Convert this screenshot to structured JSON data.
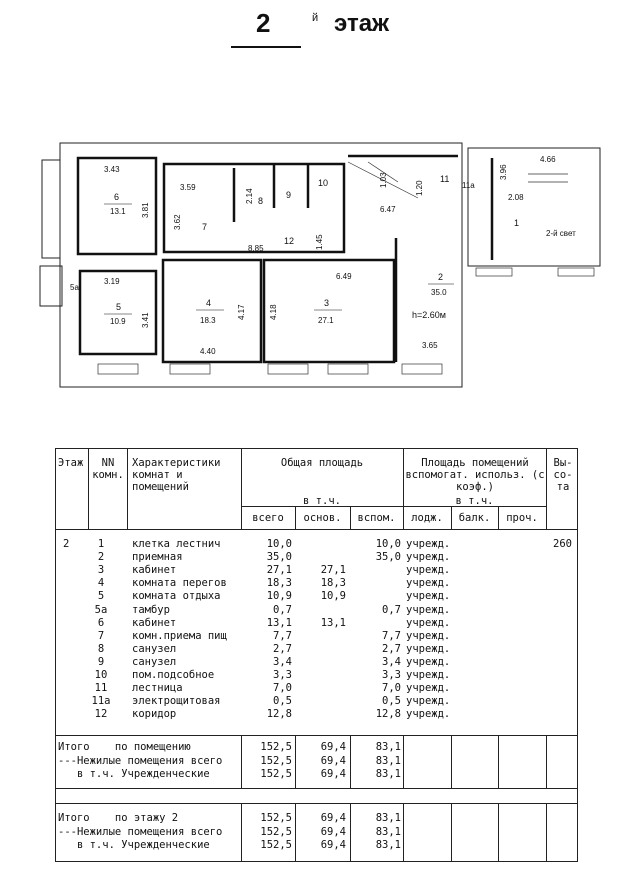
{
  "header": {
    "floor_number": "2",
    "suffix": "й",
    "floor_word": "этаж"
  },
  "plan": {
    "rooms": [
      {
        "id": "6",
        "area": "13.1"
      },
      {
        "id": "5",
        "area": "10.9"
      },
      {
        "id": "4",
        "area": "18.3"
      },
      {
        "id": "3",
        "area": "27.1"
      },
      {
        "id": "2",
        "area": "35.0"
      },
      {
        "id": "1",
        "area": ""
      },
      {
        "id": "7",
        "area": ""
      },
      {
        "id": "8",
        "area": ""
      },
      {
        "id": "9",
        "area": ""
      },
      {
        "id": "10",
        "area": ""
      },
      {
        "id": "11",
        "area": ""
      },
      {
        "id": "11a",
        "area": ""
      },
      {
        "id": "12",
        "area": ""
      },
      {
        "id": "5a",
        "area": ""
      }
    ],
    "labels": [
      "3.43",
      "3.81",
      "3.59",
      "2.14",
      "3.62",
      "8.85",
      "1.45",
      "6.49",
      "6.47",
      "3.19",
      "3.41",
      "4.17",
      "4.18",
      "4.40",
      "3.65",
      "3.96",
      "2.08",
      "4.66",
      "1.20",
      "1.03",
      "h=2.60м",
      "2-й свет"
    ]
  },
  "table": {
    "headers": {
      "floor": "Этаж",
      "nn": "NN комн.",
      "desc": "Характеристики комнат и помещений",
      "total_area": "Общая площадь",
      "incl": "в т.ч.",
      "total": "всего",
      "main": "основ.",
      "aux": "вспом.",
      "aux_area": "Площадь помещений вспомогат. использ. (с коэф.)",
      "incl2": "в т.ч.",
      "loggia": "лодж.",
      "balcony": "балк.",
      "other": "проч.",
      "height": "Вы-со-та"
    },
    "floor": "2",
    "height": "260",
    "rows": [
      {
        "nn": "1",
        "desc": "клетка лестнич",
        "total": "10,0",
        "main": "",
        "aux": "10,0",
        "note": "учрежд."
      },
      {
        "nn": "2",
        "desc": "приемная",
        "total": "35,0",
        "main": "",
        "aux": "35,0",
        "note": "учрежд."
      },
      {
        "nn": "3",
        "desc": "кабинет",
        "total": "27,1",
        "main": "27,1",
        "aux": "",
        "note": "учрежд."
      },
      {
        "nn": "4",
        "desc": "комната перегов",
        "total": "18,3",
        "main": "18,3",
        "aux": "",
        "note": "учрежд."
      },
      {
        "nn": "5",
        "desc": "комната отдыха",
        "total": "10,9",
        "main": "10,9",
        "aux": "",
        "note": "учрежд."
      },
      {
        "nn": "5а",
        "desc": "тамбур",
        "total": "0,7",
        "main": "",
        "aux": "0,7",
        "note": "учрежд."
      },
      {
        "nn": "6",
        "desc": "кабинет",
        "total": "13,1",
        "main": "13,1",
        "aux": "",
        "note": "учрежд."
      },
      {
        "nn": "7",
        "desc": "комн.приема пищ",
        "total": "7,7",
        "main": "",
        "aux": "7,7",
        "note": "учрежд."
      },
      {
        "nn": "8",
        "desc": "санузел",
        "total": "2,7",
        "main": "",
        "aux": "2,7",
        "note": "учрежд."
      },
      {
        "nn": "9",
        "desc": "санузел",
        "total": "3,4",
        "main": "",
        "aux": "3,4",
        "note": "учрежд."
      },
      {
        "nn": "10",
        "desc": "пом.подсобное",
        "total": "3,3",
        "main": "",
        "aux": "3,3",
        "note": "учрежд."
      },
      {
        "nn": "11",
        "desc": "лестница",
        "total": "7,0",
        "main": "",
        "aux": "7,0",
        "note": "учрежд."
      },
      {
        "nn": "11а",
        "desc": "электрощитовая",
        "total": "0,5",
        "main": "",
        "aux": "0,5",
        "note": "учрежд."
      },
      {
        "nn": "12",
        "desc": "коридор",
        "total": "12,8",
        "main": "",
        "aux": "12,8",
        "note": "учрежд."
      }
    ],
    "totals_room": [
      {
        "label": "Итого    по помещению",
        "total": "152,5",
        "main": "69,4",
        "aux": "83,1"
      },
      {
        "label": "---Нежилые помещения всего",
        "total": "152,5",
        "main": "69,4",
        "aux": "83,1"
      },
      {
        "label": "   в т.ч. Учрежденческие",
        "total": "152,5",
        "main": "69,4",
        "aux": "83,1"
      }
    ],
    "totals_floor": [
      {
        "label": "Итого    по этажу 2",
        "total": "152,5",
        "main": "69,4",
        "aux": "83,1"
      },
      {
        "label": "---Нежилые помещения всего",
        "total": "152,5",
        "main": "69,4",
        "aux": "83,1"
      },
      {
        "label": "   в т.ч. Учрежденческие",
        "total": "152,5",
        "main": "69,4",
        "aux": "83,1"
      }
    ]
  }
}
